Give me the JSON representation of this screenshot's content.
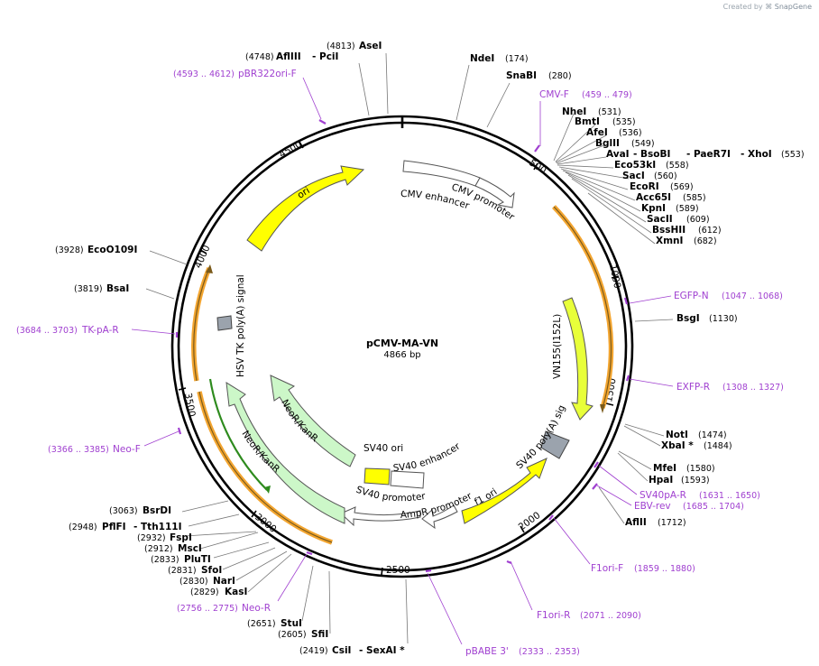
{
  "brand": {
    "prefix": "Created by",
    "name": "SnapGene"
  },
  "plasmid": {
    "name": "pCMV-MA-VN",
    "size": "4866 bp"
  },
  "ticks": [
    "500",
    "1000",
    "1500",
    "2000",
    "2500",
    "3000",
    "3500",
    "4000",
    "4500"
  ],
  "features": {
    "cmv_enhancer": "CMV enhancer",
    "cmv_promoter": "CMV promoter",
    "vn155": "VN155(I152L)",
    "sv40_polya": "SV40 poly(A) signal",
    "f1_ori": "f1 ori",
    "ampr_promoter": "AmpR promoter",
    "sv40_promoter": "SV40 promoter",
    "sv40_ori": "SV40 ori",
    "sv40_enhancer": "SV40 enhancer",
    "neor_inner": "NeoR/KanR",
    "neor_outer": "NeoR/KanR",
    "hsv_tk": "HSV TK poly(A) signal",
    "ori": "ori"
  },
  "enzymes": [
    {
      "name": "AseI",
      "pos": "(4813)"
    },
    {
      "name": "AflIII",
      "pos": "(4748)"
    },
    {
      "name": "- PciI",
      "pos": ""
    },
    {
      "name": "NdeI",
      "pos": "(174)"
    },
    {
      "name": "SnaBI",
      "pos": "(280)"
    },
    {
      "name": "NheI",
      "pos": "(531)"
    },
    {
      "name": "BmtI",
      "pos": "(535)"
    },
    {
      "name": "AfeI",
      "pos": "(536)"
    },
    {
      "name": "BglII",
      "pos": "(549)"
    },
    {
      "name": "AvaI",
      "pos": ""
    },
    {
      "name": "- BsoBI",
      "pos": ""
    },
    {
      "name": "- PaeR7I",
      "pos": ""
    },
    {
      "name": "- XhoI",
      "pos": "(553)"
    },
    {
      "name": "Eco53kI",
      "pos": "(558)"
    },
    {
      "name": "SacI",
      "pos": "(560)"
    },
    {
      "name": "EcoRI",
      "pos": "(569)"
    },
    {
      "name": "Acc65I",
      "pos": "(585)"
    },
    {
      "name": "KpnI",
      "pos": "(589)"
    },
    {
      "name": "SacII",
      "pos": "(609)"
    },
    {
      "name": "BssHII",
      "pos": "(612)"
    },
    {
      "name": "XmnI",
      "pos": "(682)"
    },
    {
      "name": "BsgI",
      "pos": "(1130)"
    },
    {
      "name": "NotI",
      "pos": "(1474)"
    },
    {
      "name": "XbaI *",
      "pos": "(1484)"
    },
    {
      "name": "MfeI",
      "pos": "(1580)"
    },
    {
      "name": "HpaI",
      "pos": "(1593)"
    },
    {
      "name": "AflII",
      "pos": "(1712)"
    },
    {
      "name": "EcoO109I",
      "pos": "(3928)"
    },
    {
      "name": "BsaI",
      "pos": "(3819)"
    },
    {
      "name": "BsrDI",
      "pos": "(3063)"
    },
    {
      "name": "PflFI",
      "pos": "(2948)"
    },
    {
      "name": "- Tth111I",
      "pos": ""
    },
    {
      "name": "FspI",
      "pos": "(2932)"
    },
    {
      "name": "MscI",
      "pos": "(2912)"
    },
    {
      "name": "PluTI",
      "pos": "(2833)"
    },
    {
      "name": "SfoI",
      "pos": "(2831)"
    },
    {
      "name": "NarI",
      "pos": "(2830)"
    },
    {
      "name": "KasI",
      "pos": "(2829)"
    },
    {
      "name": "StuI",
      "pos": "(2651)"
    },
    {
      "name": "SfiI",
      "pos": "(2605)"
    },
    {
      "name": "CsiI",
      "pos": "(2419)"
    },
    {
      "name": "- SexAI *",
      "pos": ""
    }
  ],
  "primers": [
    {
      "name": "pBR322ori-F",
      "pos": "(4593 .. 4612)"
    },
    {
      "name": "CMV-F",
      "pos": "(459 .. 479)"
    },
    {
      "name": "EGFP-N",
      "pos": "(1047 .. 1068)"
    },
    {
      "name": "EXFP-R",
      "pos": "(1308 .. 1327)"
    },
    {
      "name": "SV40pA-R",
      "pos": "(1631 .. 1650)"
    },
    {
      "name": "EBV-rev",
      "pos": "(1685 .. 1704)"
    },
    {
      "name": "F1ori-F",
      "pos": "(1859 .. 1880)"
    },
    {
      "name": "F1ori-R",
      "pos": "(2071 .. 2090)"
    },
    {
      "name": "pBABE 3'",
      "pos": "(2333 .. 2353)"
    },
    {
      "name": "Neo-R",
      "pos": "(2756 .. 2775)"
    },
    {
      "name": "Neo-F",
      "pos": "(3366 .. 3385)"
    },
    {
      "name": "TK-pA-R",
      "pos": "(3684 .. 3703)"
    }
  ],
  "colors": {
    "backbone": "#000000",
    "primer": "#a040d0",
    "orf": "#f3a530",
    "ori": "#ffff00",
    "neo": "#ccf7c8",
    "vn155": "#e8ff3a",
    "polya": "#9ba3ad"
  }
}
